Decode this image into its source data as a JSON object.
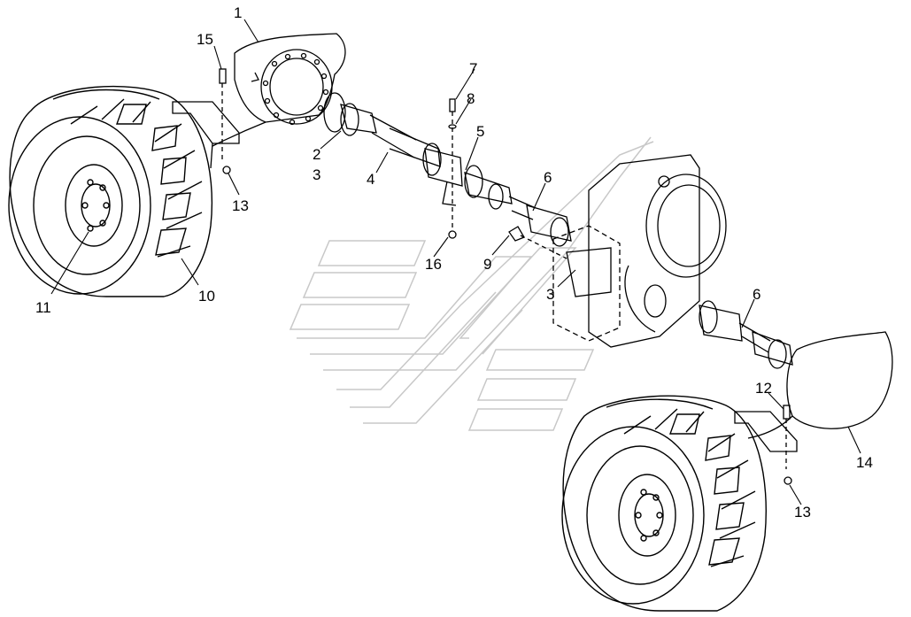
{
  "diagram": {
    "type": "exploded parts diagram",
    "subject": "drive axles, drive shafts, transmission and wheels",
    "line_color": "#000000",
    "background": "#ffffff",
    "watermark_color": "#d9d9d9"
  },
  "callouts": [
    {
      "id": "c1",
      "text": "1"
    },
    {
      "id": "c15",
      "text": "15"
    },
    {
      "id": "c13a",
      "text": "13"
    },
    {
      "id": "c11",
      "text": "11"
    },
    {
      "id": "c10",
      "text": "10"
    },
    {
      "id": "c2",
      "text": "2"
    },
    {
      "id": "c3a",
      "text": "3"
    },
    {
      "id": "c4",
      "text": "4"
    },
    {
      "id": "c7",
      "text": "7"
    },
    {
      "id": "c8",
      "text": "8"
    },
    {
      "id": "c5",
      "text": "5"
    },
    {
      "id": "c6a",
      "text": "6"
    },
    {
      "id": "c16",
      "text": "16"
    },
    {
      "id": "c9",
      "text": "9"
    },
    {
      "id": "c3b",
      "text": "3"
    },
    {
      "id": "c6b",
      "text": "6"
    },
    {
      "id": "c12",
      "text": "12"
    },
    {
      "id": "c14",
      "text": "14"
    },
    {
      "id": "c13b",
      "text": "13"
    }
  ]
}
